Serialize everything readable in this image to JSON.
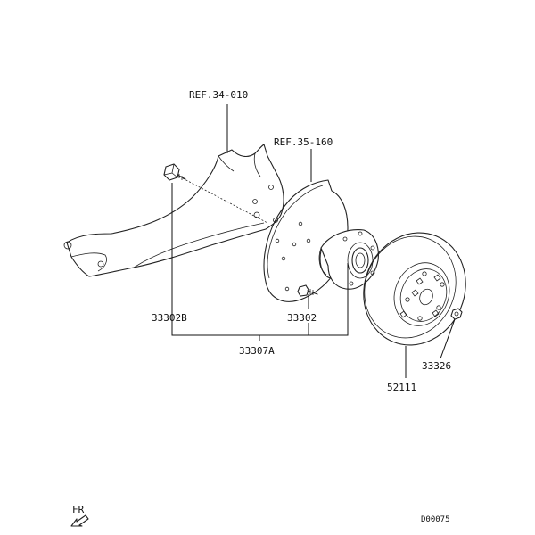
{
  "labels": {
    "ref_knuckle": "REF.34-010",
    "ref_backplate": "REF.35-160",
    "bolt_left": "33302B",
    "hub": "33302",
    "assembly": "33307A",
    "nut": "33326",
    "disc": "52111"
  },
  "footer": {
    "direction": "FR",
    "diagram_code": "D00075"
  },
  "icons": {
    "direction_arrow": "front-direction-arrow-icon"
  }
}
